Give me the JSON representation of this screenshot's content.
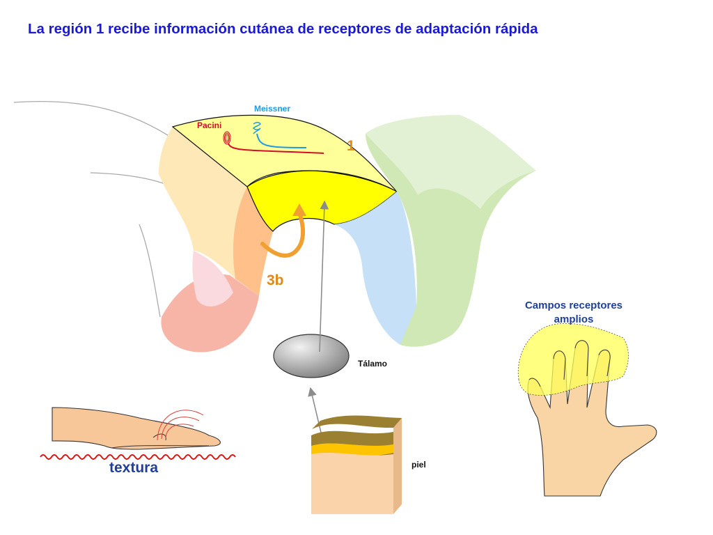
{
  "title": "La región 1 recibe información cutánea de receptores de adaptación rápida",
  "labels": {
    "meissner": "Meissner",
    "pacini": "Pacini",
    "region1": "1",
    "region3b": "3b",
    "thalamus": "Tálamo",
    "skin": "piel",
    "texture": "textura",
    "fields_line1": "Campos receptores",
    "fields_line2": "amplios"
  },
  "colors": {
    "title": "#1a1ad6",
    "meissner": "#1e9be0",
    "pacini": "#d0102a",
    "region_label": "#e08a16",
    "fields": "#1f3f9a",
    "texture": "#1f3f9a",
    "area1": "#ffff00",
    "area3b": "#ffc08a",
    "area3a": "#ffe8b8",
    "area4": "#f7b5a8",
    "area2": "#c5e0f7",
    "area5": "#cfe8b5"
  }
}
